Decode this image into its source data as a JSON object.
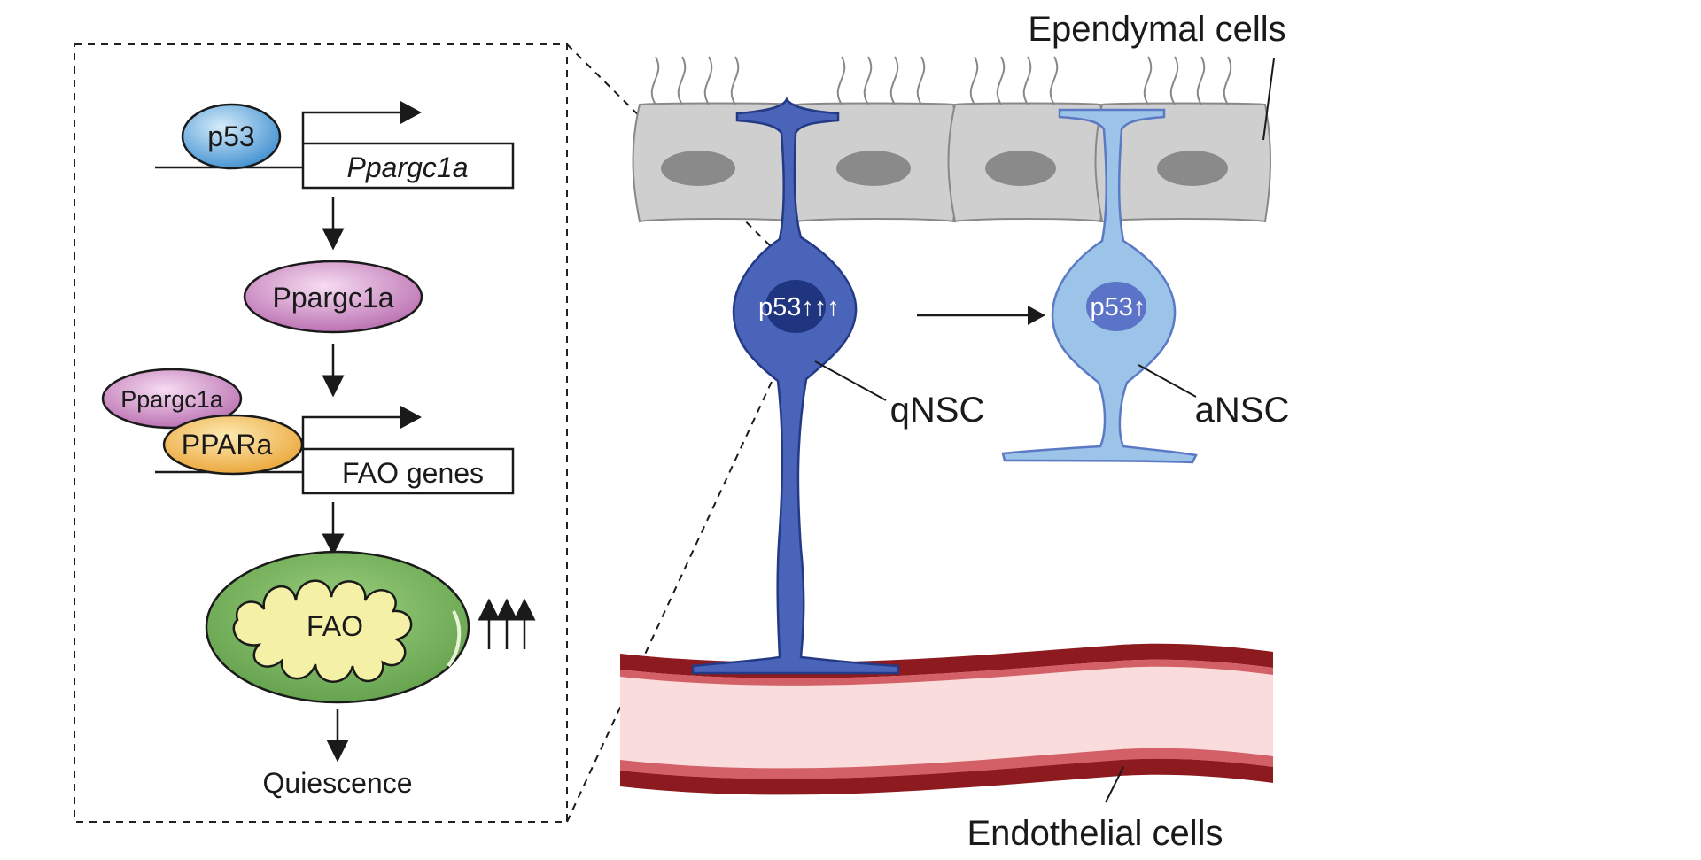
{
  "inset": {
    "p53_label": "p53",
    "gene1_label": "Ppargc1a",
    "protein_label": "Ppargc1a",
    "coactivator_label": "Ppargc1a",
    "receptor_label": "PPARa",
    "gene2_label": "FAO genes",
    "mito_label": "FAO",
    "increase_arrows": "↑↑↑",
    "outcome_label": "Quiescence"
  },
  "niche": {
    "ependymal_label": "Ependymal cells",
    "qnsc_label": "qNSC",
    "qnsc_nucleus_label": "p53↑↑↑",
    "ansc_label": "aNSC",
    "ansc_nucleus_label": "p53↑",
    "endothelial_label": "Endothelial cells"
  },
  "colors": {
    "p53_blue": "#5aa7dc",
    "ppargc1a_pink": "#c985c0",
    "pparA_orange": "#f5b84a",
    "mito_green": "#79b65e",
    "mito_inner": "#f3f0a3",
    "qnsc_blue": "#4a64ba",
    "qnsc_nucleus": "#1f3580",
    "ansc_blue": "#9cc3e8",
    "ansc_nucleus": "#5b74c8",
    "ependymal_gray": "#cccccc",
    "vessel_dark": "#8c1a1e",
    "vessel_light": "#f9dada"
  }
}
